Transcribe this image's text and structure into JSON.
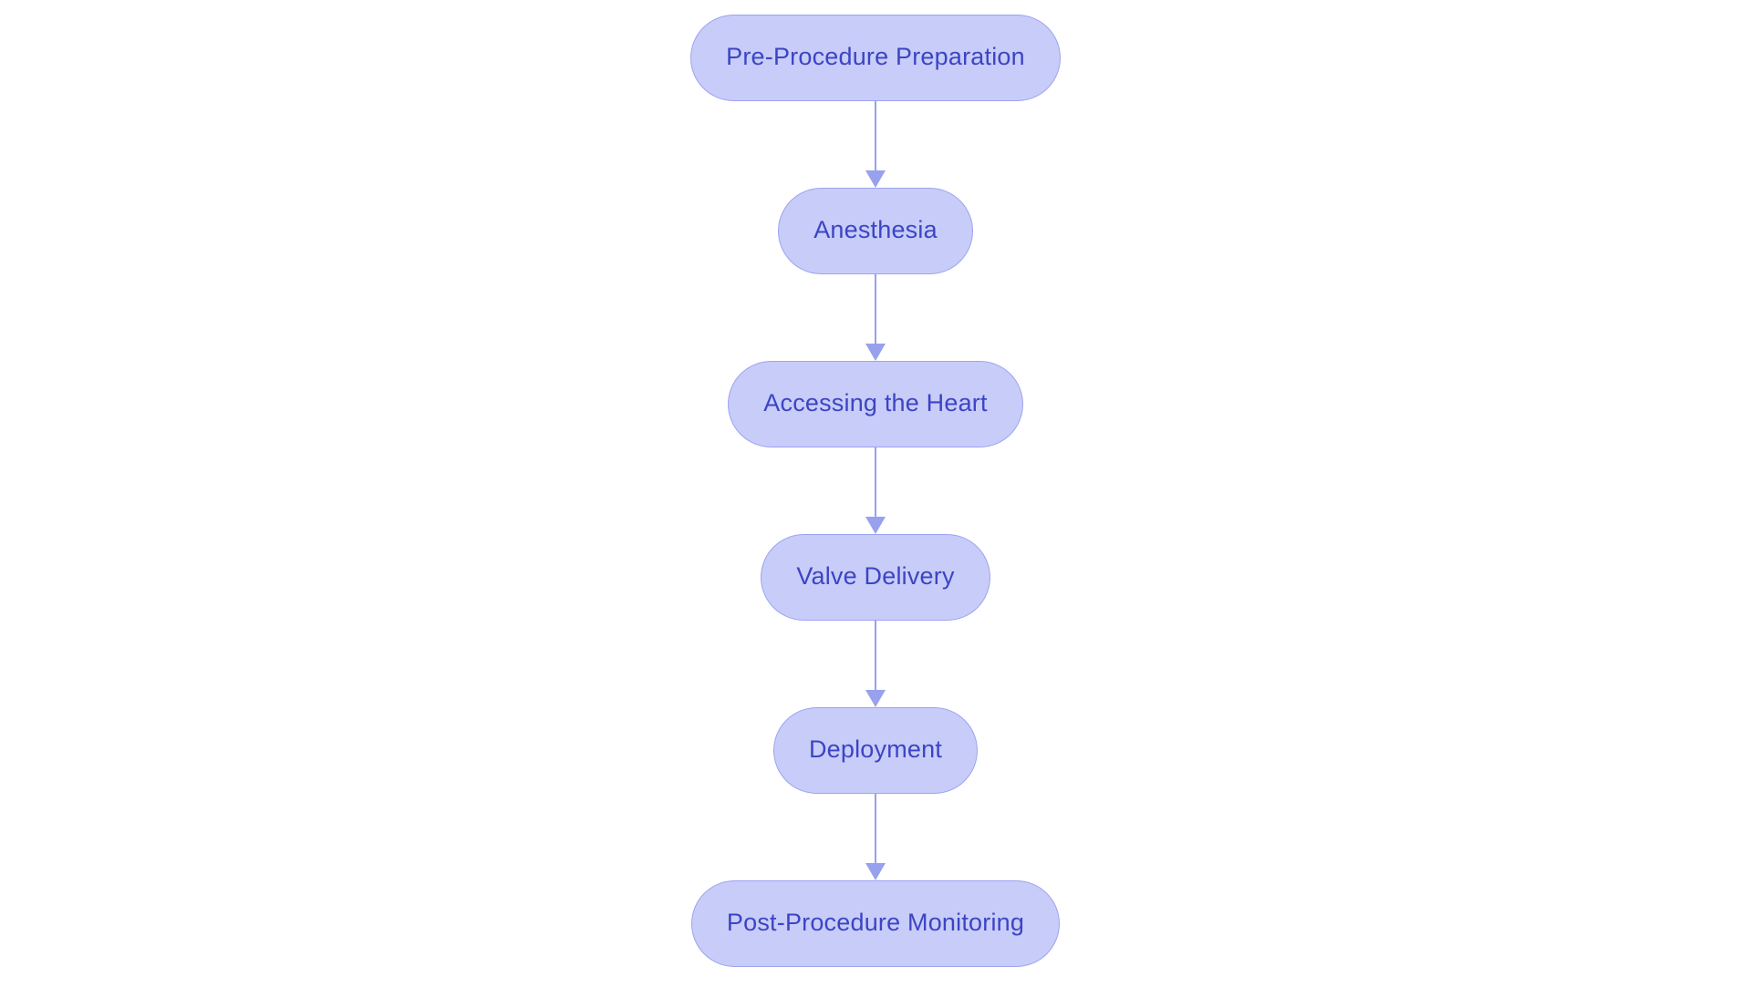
{
  "diagram": {
    "type": "flowchart",
    "direction": "top-down",
    "colors": {
      "node_fill": "#c8ccf8",
      "node_border": "#9ca4f0",
      "node_text": "#3b45c4",
      "arrow": "#98a1ed",
      "background": "#ffffff"
    },
    "nodes": [
      {
        "id": "pre-procedure-preparation",
        "label": "Pre-Procedure Preparation"
      },
      {
        "id": "anesthesia",
        "label": "Anesthesia"
      },
      {
        "id": "accessing-the-heart",
        "label": "Accessing the Heart"
      },
      {
        "id": "valve-delivery",
        "label": "Valve Delivery"
      },
      {
        "id": "deployment",
        "label": "Deployment"
      },
      {
        "id": "post-procedure-monitoring",
        "label": "Post-Procedure Monitoring"
      }
    ],
    "edges": [
      {
        "from": "pre-procedure-preparation",
        "to": "anesthesia"
      },
      {
        "from": "anesthesia",
        "to": "accessing-the-heart"
      },
      {
        "from": "accessing-the-heart",
        "to": "valve-delivery"
      },
      {
        "from": "valve-delivery",
        "to": "deployment"
      },
      {
        "from": "deployment",
        "to": "post-procedure-monitoring"
      }
    ]
  }
}
